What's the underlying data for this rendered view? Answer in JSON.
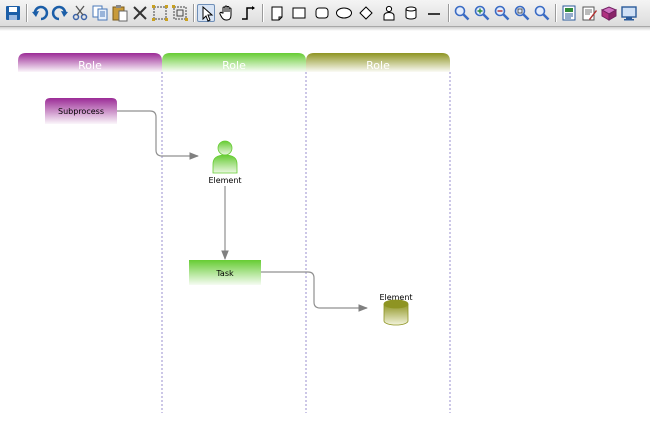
{
  "toolbar": {
    "tools": [
      {
        "name": "save-icon",
        "color": "#1b5ea8"
      },
      {
        "name": "undo-icon",
        "color": "#1b5ea8"
      },
      {
        "name": "redo-icon",
        "color": "#1b5ea8"
      },
      {
        "name": "cut-icon",
        "color": "#3a62a8"
      },
      {
        "name": "copy-icon",
        "color": "#4a78b8"
      },
      {
        "name": "paste-icon",
        "color": "#c89a3a"
      },
      {
        "name": "delete-icon",
        "color": "#333333"
      },
      {
        "name": "group-icon",
        "color": "#c8a020"
      },
      {
        "name": "ungroup-icon",
        "color": "#c8a020"
      },
      {
        "name": "select-pointer-icon",
        "color": "#000000",
        "pressed": true
      },
      {
        "name": "pan-hand-icon",
        "color": "#000000"
      },
      {
        "name": "connector-icon",
        "color": "#000000"
      },
      {
        "name": "note-shape-icon",
        "color": "#000000"
      },
      {
        "name": "rectangle-shape-icon",
        "color": "#000000"
      },
      {
        "name": "rounded-rectangle-shape-icon",
        "color": "#000000"
      },
      {
        "name": "ellipse-shape-icon",
        "color": "#000000"
      },
      {
        "name": "diamond-shape-icon",
        "color": "#000000"
      },
      {
        "name": "actor-shape-icon",
        "color": "#000000"
      },
      {
        "name": "cylinder-shape-icon",
        "color": "#000000"
      },
      {
        "name": "line-shape-icon",
        "color": "#000000"
      },
      {
        "name": "zoom-icon",
        "color": "#3b6cc4"
      },
      {
        "name": "zoom-in-icon",
        "color": "#3b6cc4"
      },
      {
        "name": "zoom-out-icon",
        "color": "#3b6cc4"
      },
      {
        "name": "zoom-fit-icon",
        "color": "#3b6cc4"
      },
      {
        "name": "zoom-actual-icon",
        "color": "#3b6cc4"
      },
      {
        "name": "new-diagram-icon",
        "color": "#2f8a3a"
      },
      {
        "name": "edit-properties-icon",
        "color": "#b03030"
      },
      {
        "name": "books-icon",
        "color": "#b03080"
      },
      {
        "name": "screen-icon",
        "color": "#2a5a9a"
      }
    ]
  },
  "diagram": {
    "lanes": [
      {
        "label": "Role",
        "color": "#9b2b96"
      },
      {
        "label": "Role",
        "color": "#66cc33"
      },
      {
        "label": "Role",
        "color": "#8e9422"
      }
    ],
    "nodes": {
      "subprocess": {
        "label": "Subprocess",
        "color": "#9b2b96"
      },
      "actor": {
        "label": "Element",
        "color": "#66cc33"
      },
      "task": {
        "label": "Task",
        "color": "#66cc33"
      },
      "datastore": {
        "label": "Element",
        "color": "#8e9422"
      }
    }
  }
}
